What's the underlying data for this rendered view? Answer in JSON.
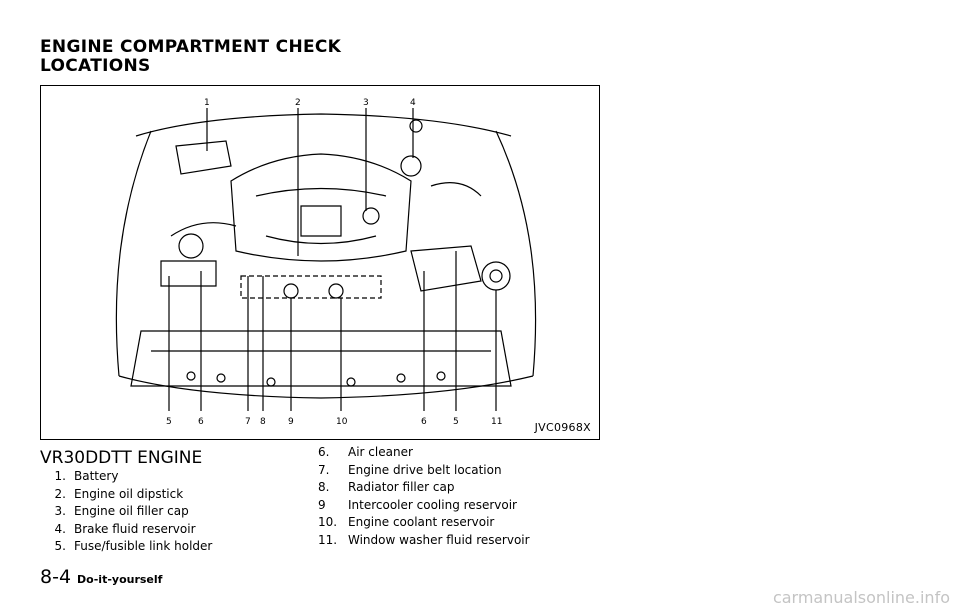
{
  "page_title": "ENGINE COMPARTMENT CHECK LOCATIONS",
  "figure": {
    "code": "JVC0968X",
    "callouts_top": [
      "1",
      "2",
      "3",
      "4"
    ],
    "callouts_bottom": [
      "5",
      "6",
      "7",
      "8",
      "9",
      "10",
      "6",
      "5",
      "11"
    ]
  },
  "section_title": "VR30DDTT ENGINE",
  "legend_left": [
    {
      "num": "1.",
      "label": "Battery"
    },
    {
      "num": "2.",
      "label": "Engine oil dipstick"
    },
    {
      "num": "3.",
      "label": "Engine oil filler cap"
    },
    {
      "num": "4.",
      "label": "Brake fluid reservoir"
    },
    {
      "num": "5.",
      "label": "Fuse/fusible link holder"
    }
  ],
  "legend_right": [
    {
      "num": "6.",
      "label": "Air cleaner"
    },
    {
      "num": "7.",
      "label": "Engine drive belt location"
    },
    {
      "num": "8.",
      "label": "Radiator filler cap"
    },
    {
      "num": "9",
      "label": "Intercooler cooling reservoir"
    },
    {
      "num": "10.",
      "label": "Engine coolant reservoir"
    },
    {
      "num": "11.",
      "label": "Window washer fluid reservoir"
    }
  ],
  "footer": {
    "page_number": "8-4",
    "section_name": "Do-it-yourself"
  },
  "watermark": "carmanualsonline.info"
}
